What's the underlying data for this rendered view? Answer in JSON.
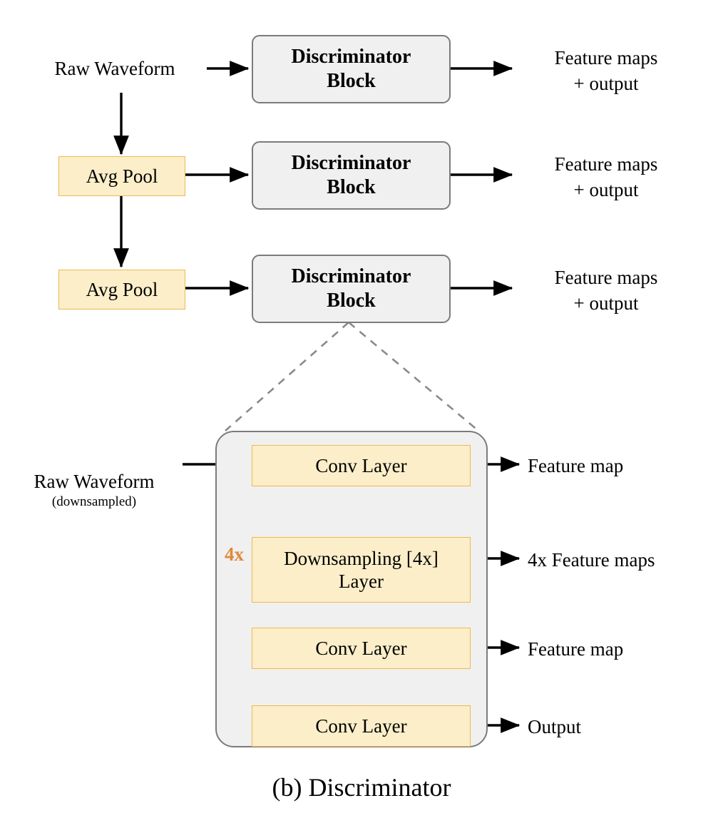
{
  "figure": {
    "caption": "(b) Discriminator",
    "colors": {
      "block_fill": "#f0f0f0",
      "block_border": "#7b7b7b",
      "layer_fill": "#fbeec9",
      "layer_border": "#eeb94f",
      "accent": "#e08a3c",
      "arrow": "#000000",
      "dashed": "#808080"
    }
  },
  "top": {
    "input_label": "Raw Waveform",
    "pool_label_1": "Avg Pool",
    "pool_label_2": "Avg Pool",
    "block_label_1": "Discriminator\nBlock",
    "block_label_2": "Discriminator\nBlock",
    "block_label_3": "Discriminator\nBlock",
    "output_label_1": "Feature maps\n+ output",
    "output_label_2": "Feature maps\n+ output",
    "output_label_3": "Feature maps\n+ output"
  },
  "detail": {
    "input_label": "Raw Waveform",
    "input_sublabel": "(downsampled)",
    "repeat_badge": "4x",
    "layers": [
      {
        "name": "Conv Layer",
        "output": "Feature map"
      },
      {
        "name": "Downsampling [4x]\nLayer",
        "output": "4x Feature maps"
      },
      {
        "name": "Conv Layer",
        "output": "Feature map"
      },
      {
        "name": "Conv Layer",
        "output": "Output"
      }
    ]
  }
}
